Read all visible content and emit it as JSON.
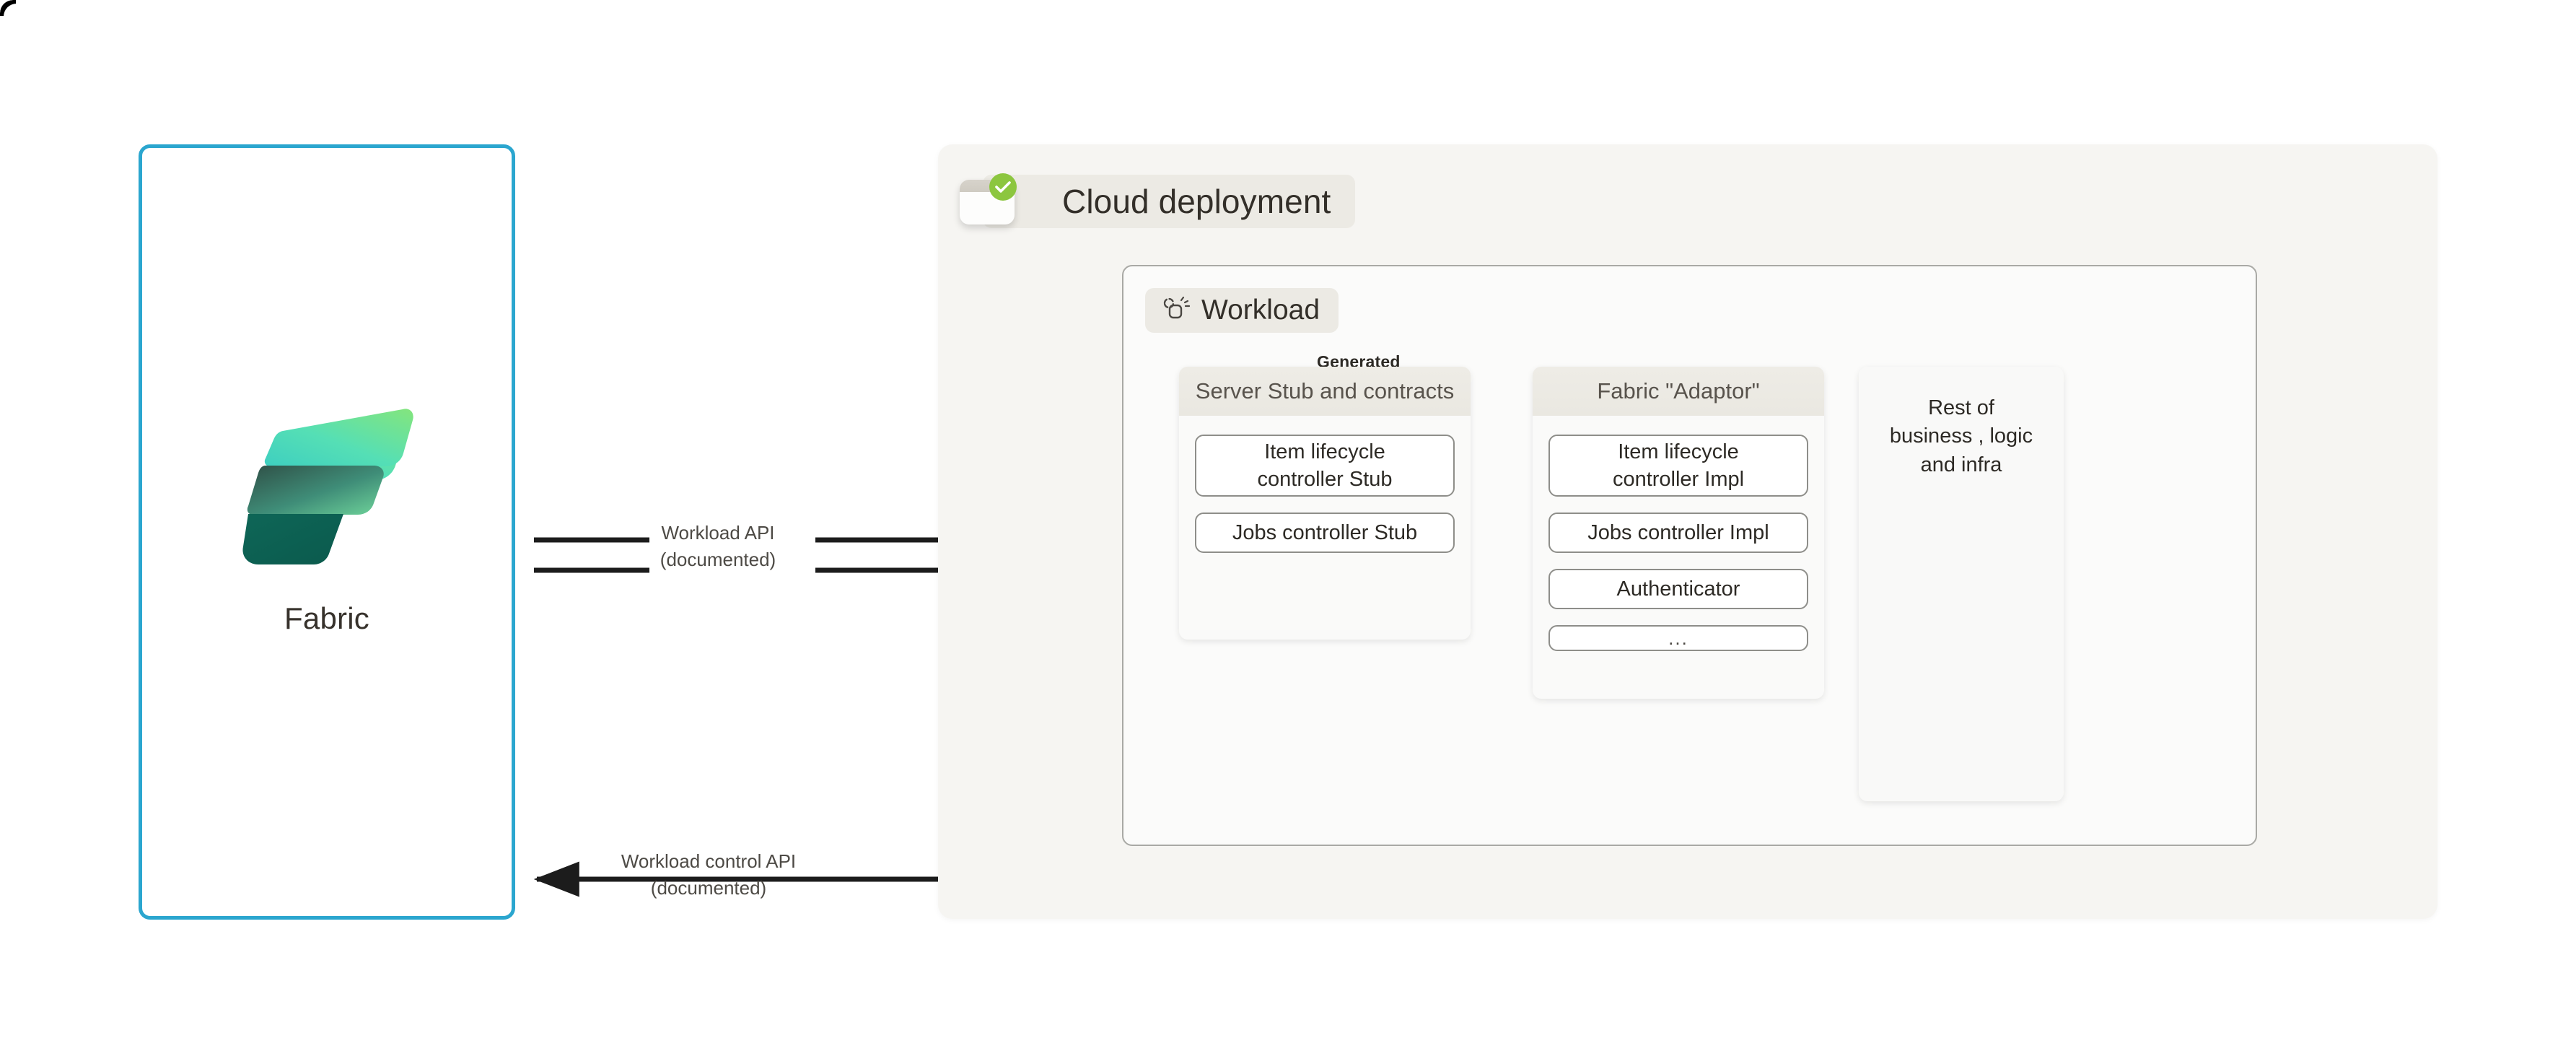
{
  "fabric_panel": {
    "label": "Fabric",
    "border_color": "#2ba6cf",
    "logo_name": "fabric-logo"
  },
  "cloud_panel": {
    "title": "Cloud deployment",
    "icon_name": "window-check-icon",
    "badge_color": "#8cc63f",
    "background": "#f6f5f2"
  },
  "workload": {
    "title": "Workload",
    "icon_name": "workload-sparkle-icon"
  },
  "generated_caption": "Generated",
  "columns": [
    {
      "id": "server-stub",
      "header": "Server Stub and contracts",
      "nodes": [
        {
          "label": "Item lifecycle controller Stub",
          "lines": [
            "Item lifecycle",
            "controller Stub"
          ],
          "shape": "two-line"
        },
        {
          "label": "Jobs controller Stub",
          "lines": [
            "Jobs controller Stub"
          ],
          "shape": "one-line"
        }
      ]
    },
    {
      "id": "fabric-adaptor",
      "header": "Fabric \"Adaptor\"",
      "nodes": [
        {
          "label": "Item lifecycle controller Impl",
          "lines": [
            "Item lifecycle",
            "controller Impl"
          ],
          "shape": "two-line"
        },
        {
          "label": "Jobs controller Impl",
          "lines": [
            "Jobs controller Impl"
          ],
          "shape": "one-line"
        },
        {
          "label": "Authenticator",
          "lines": [
            "Authenticator"
          ],
          "shape": "one-line"
        },
        {
          "label": "...",
          "lines": [
            "..."
          ],
          "shape": "ellipsis"
        }
      ]
    }
  ],
  "rest_box": {
    "lines": [
      "Rest of",
      "business , logic",
      "and infra"
    ],
    "label": "Rest of business , logic and infra"
  },
  "edges": [
    {
      "id": "workload-api",
      "line1": "Workload API",
      "line2": "(documented)",
      "direction": "right",
      "style": "double-line"
    },
    {
      "id": "workload-control-api",
      "line1": "Workload control API",
      "line2": "(documented)",
      "direction": "left",
      "style": "single-arrow"
    }
  ],
  "colors": {
    "accent_blue": "#2ba6cf",
    "panel_beige": "#f6f5f2",
    "chip_grey": "#eceae4",
    "wire_black": "#1c1c1c",
    "badge_green": "#8cc63f",
    "node_border": "#8e8e8a"
  }
}
